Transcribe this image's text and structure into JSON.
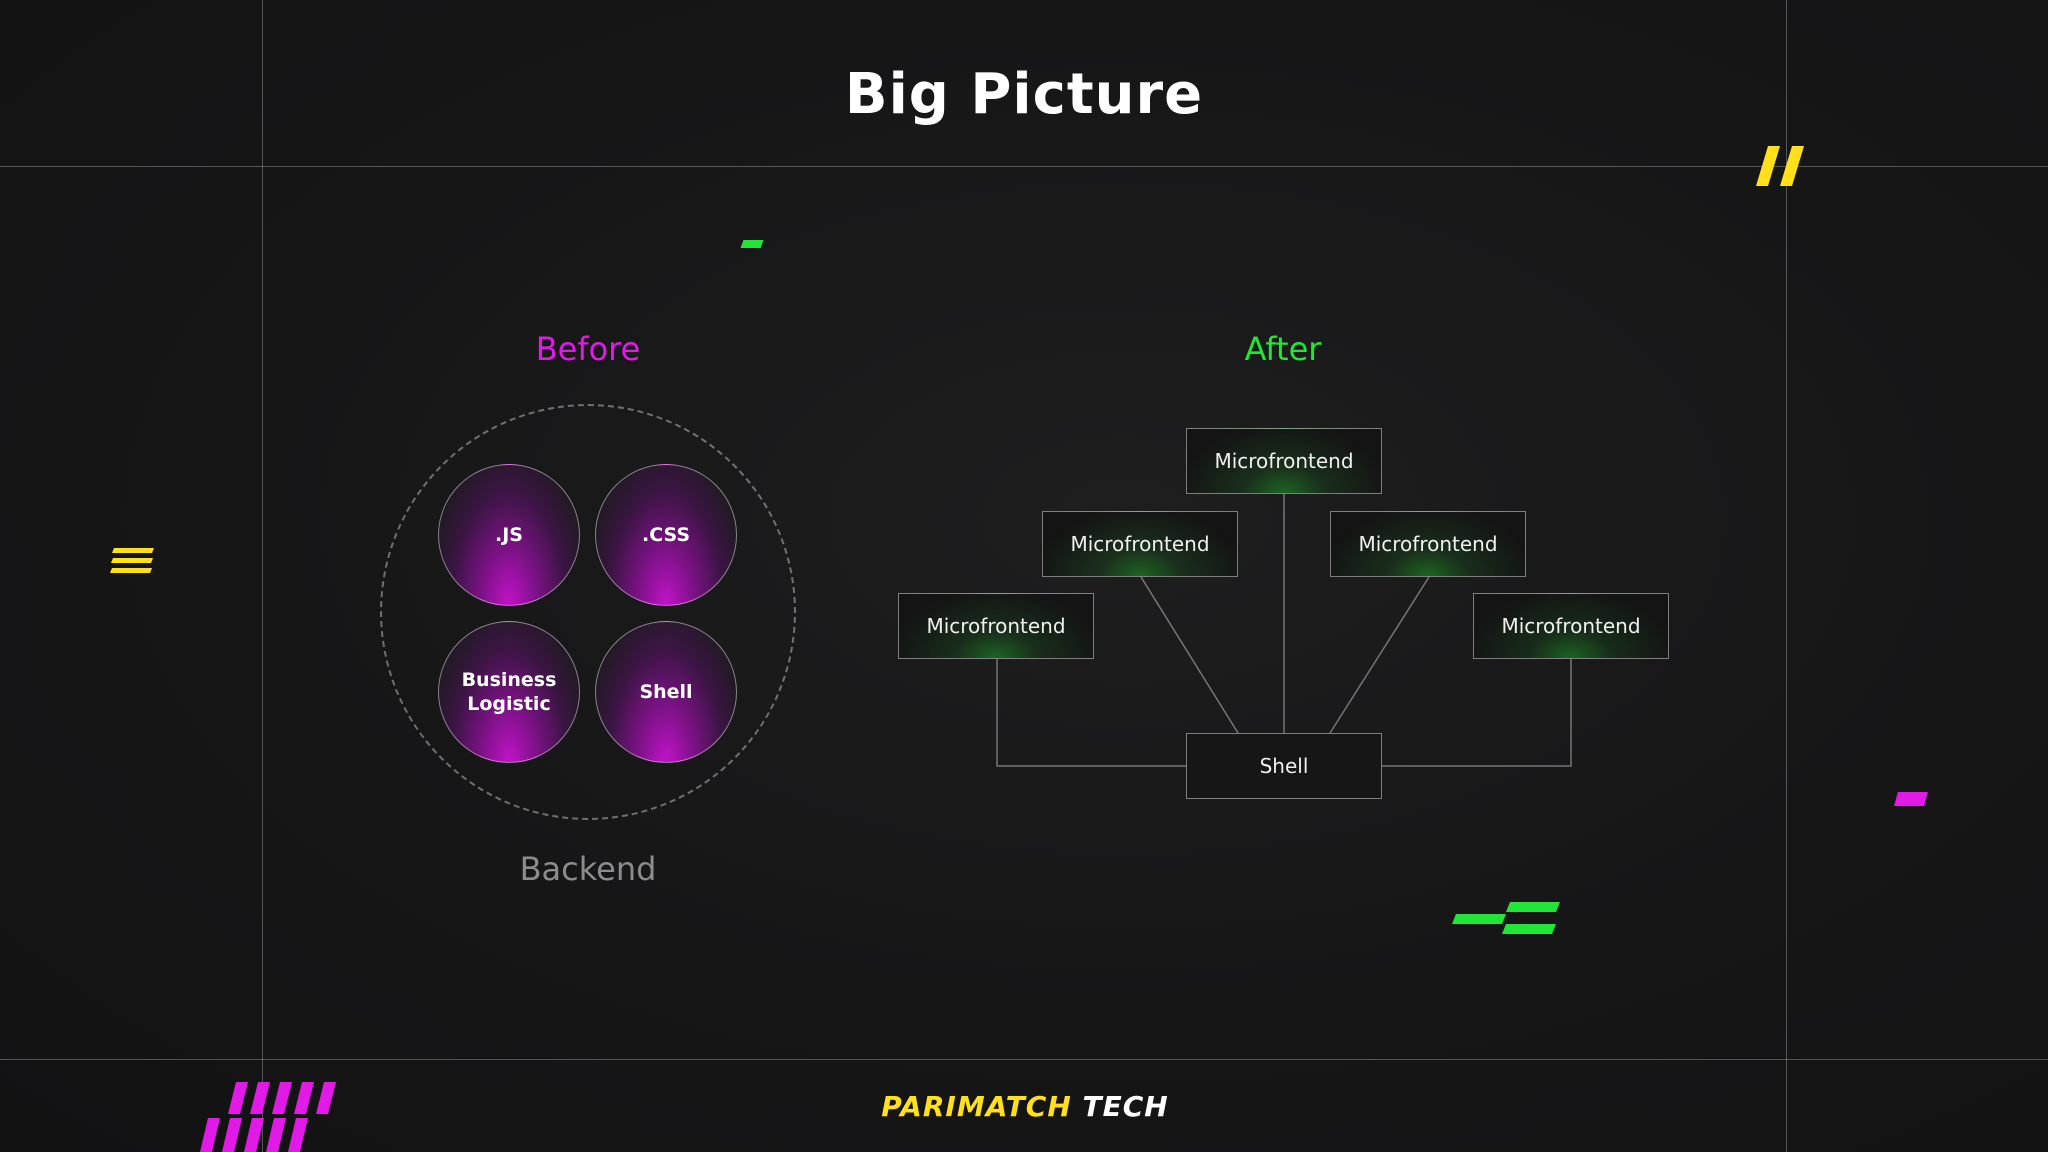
{
  "slide": {
    "title": "Big Picture"
  },
  "before": {
    "heading": "Before",
    "container_label": "Backend",
    "modules": [
      {
        "label": ".JS"
      },
      {
        "label": ".CSS"
      },
      {
        "label": "Business\nLogistic"
      },
      {
        "label": "Shell"
      }
    ]
  },
  "after": {
    "heading": "After",
    "nodes": {
      "top": "Microfrontend",
      "mid_left": "Microfrontend",
      "mid_right": "Microfrontend",
      "left": "Microfrontend",
      "right": "Microfrontend",
      "shell": "Shell"
    }
  },
  "footer": {
    "logo_part1": "PARIMATCH",
    "logo_part2": "TECH"
  },
  "colors": {
    "before_accent": "#e21ae8",
    "after_accent": "#22e637",
    "brand_yellow": "#ffe01a",
    "background": "#161617"
  }
}
